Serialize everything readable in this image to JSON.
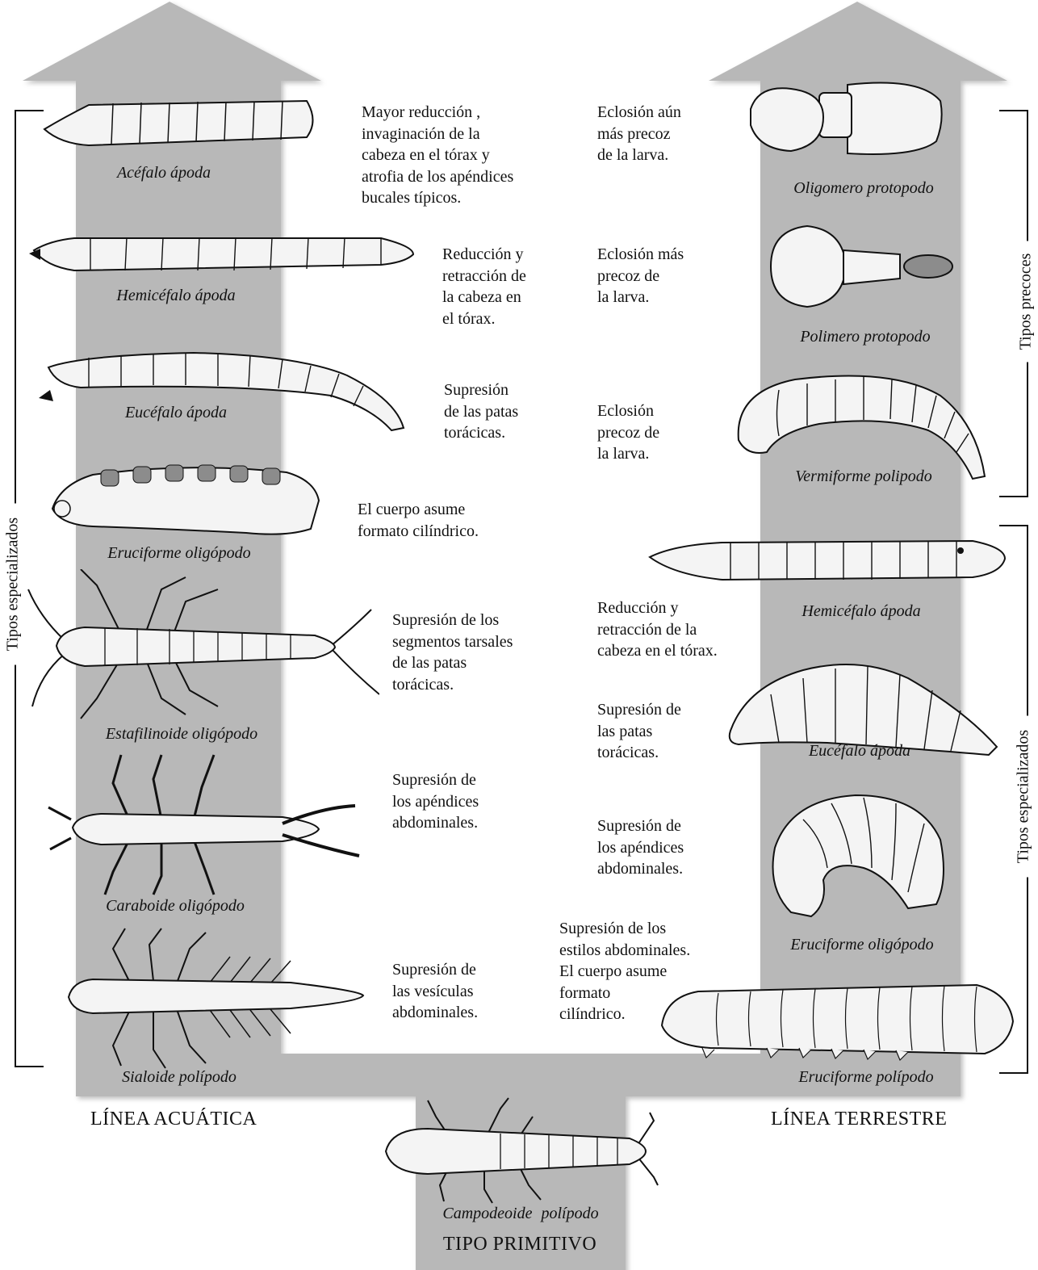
{
  "aquatic": {
    "line_label": "LÍNEA ACUÁTICA",
    "bracket_label": "Tipos especializados",
    "larvae": [
      "Acéfalo ápoda",
      "Hemicéfalo ápoda",
      "Eucéfalo ápoda",
      "Eruciforme oligópodo",
      "Estafilinoide oligópodo",
      "Caraboide oligópodo",
      "Sialoide polípodo"
    ],
    "steps": [
      [
        "Mayor reducción ,",
        "invaginación de la",
        "cabeza en el tórax y",
        "atrofia de los apéndices",
        "bucales típicos."
      ],
      [
        "Reducción y",
        "retracción de",
        "la cabeza en",
        "el tórax."
      ],
      [
        "Supresión",
        "de las patas",
        "torácicas."
      ],
      [
        "El cuerpo asume",
        "formato cilíndrico."
      ],
      [
        "Supresión de los",
        "segmentos tarsales",
        "de las patas",
        "torácicas."
      ],
      [
        "Supresión de",
        "los apéndices",
        "abdominales."
      ],
      [
        "Supresión de",
        "las vesículas",
        "abdominales."
      ]
    ]
  },
  "terrestrial": {
    "line_label": "LÍNEA TERRESTRE",
    "bracket_precoces": "Tipos precoces",
    "bracket_especializados": "Tipos especializados",
    "larvae": [
      "Oligomero protopodo",
      "Polimero protopodo",
      "Vermiforme polipodo",
      "Hemicéfalo ápoda",
      "Eucéfalo ápoda",
      "Eruciforme oligópodo",
      "Eruciforme polípodo"
    ],
    "steps": [
      [
        "Eclosión aún",
        "más precoz",
        "de la larva."
      ],
      [
        "Eclosión más",
        "precoz de",
        "la larva."
      ],
      [
        "Eclosión",
        "precoz de",
        "la larva."
      ],
      [
        "Reducción y",
        "retracción de la",
        "cabeza en el tórax."
      ],
      [
        "Supresión de",
        "las patas",
        "torácicas."
      ],
      [
        "Supresión de",
        "los apéndices",
        "abdominales."
      ],
      [
        "Supresión de los",
        "estilos abdominales.",
        "El cuerpo asume",
        "formato",
        "cilíndrico."
      ]
    ]
  },
  "primitive": {
    "larva": "Campodeoide polípodo",
    "label": "TIPO PRIMITIVO"
  },
  "colors": {
    "arrow": "#b8b8b8",
    "ink": "#111111",
    "larva_fill": "#f4f4f4",
    "shade": "#8c8c8c"
  }
}
